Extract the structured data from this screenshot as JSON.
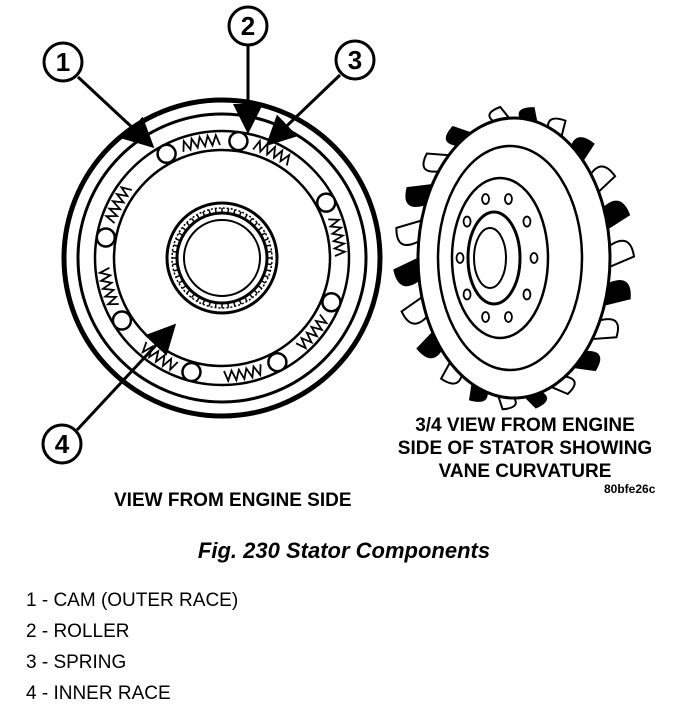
{
  "callouts": [
    {
      "number": "1"
    },
    {
      "number": "2"
    },
    {
      "number": "3"
    },
    {
      "number": "4"
    }
  ],
  "view_left_caption": "VIEW FROM ENGINE SIDE",
  "view_right_caption": [
    "3/4 VIEW FROM ENGINE",
    "SIDE OF STATOR SHOWING",
    "VANE CURVATURE"
  ],
  "image_code": "80bfe26c",
  "figure_caption": "Fig. 230 Stator Components",
  "legend": [
    "1 - CAM (OUTER RACE)",
    "2 - ROLLER",
    "3 - SPRING",
    "4 - INNER RACE"
  ]
}
